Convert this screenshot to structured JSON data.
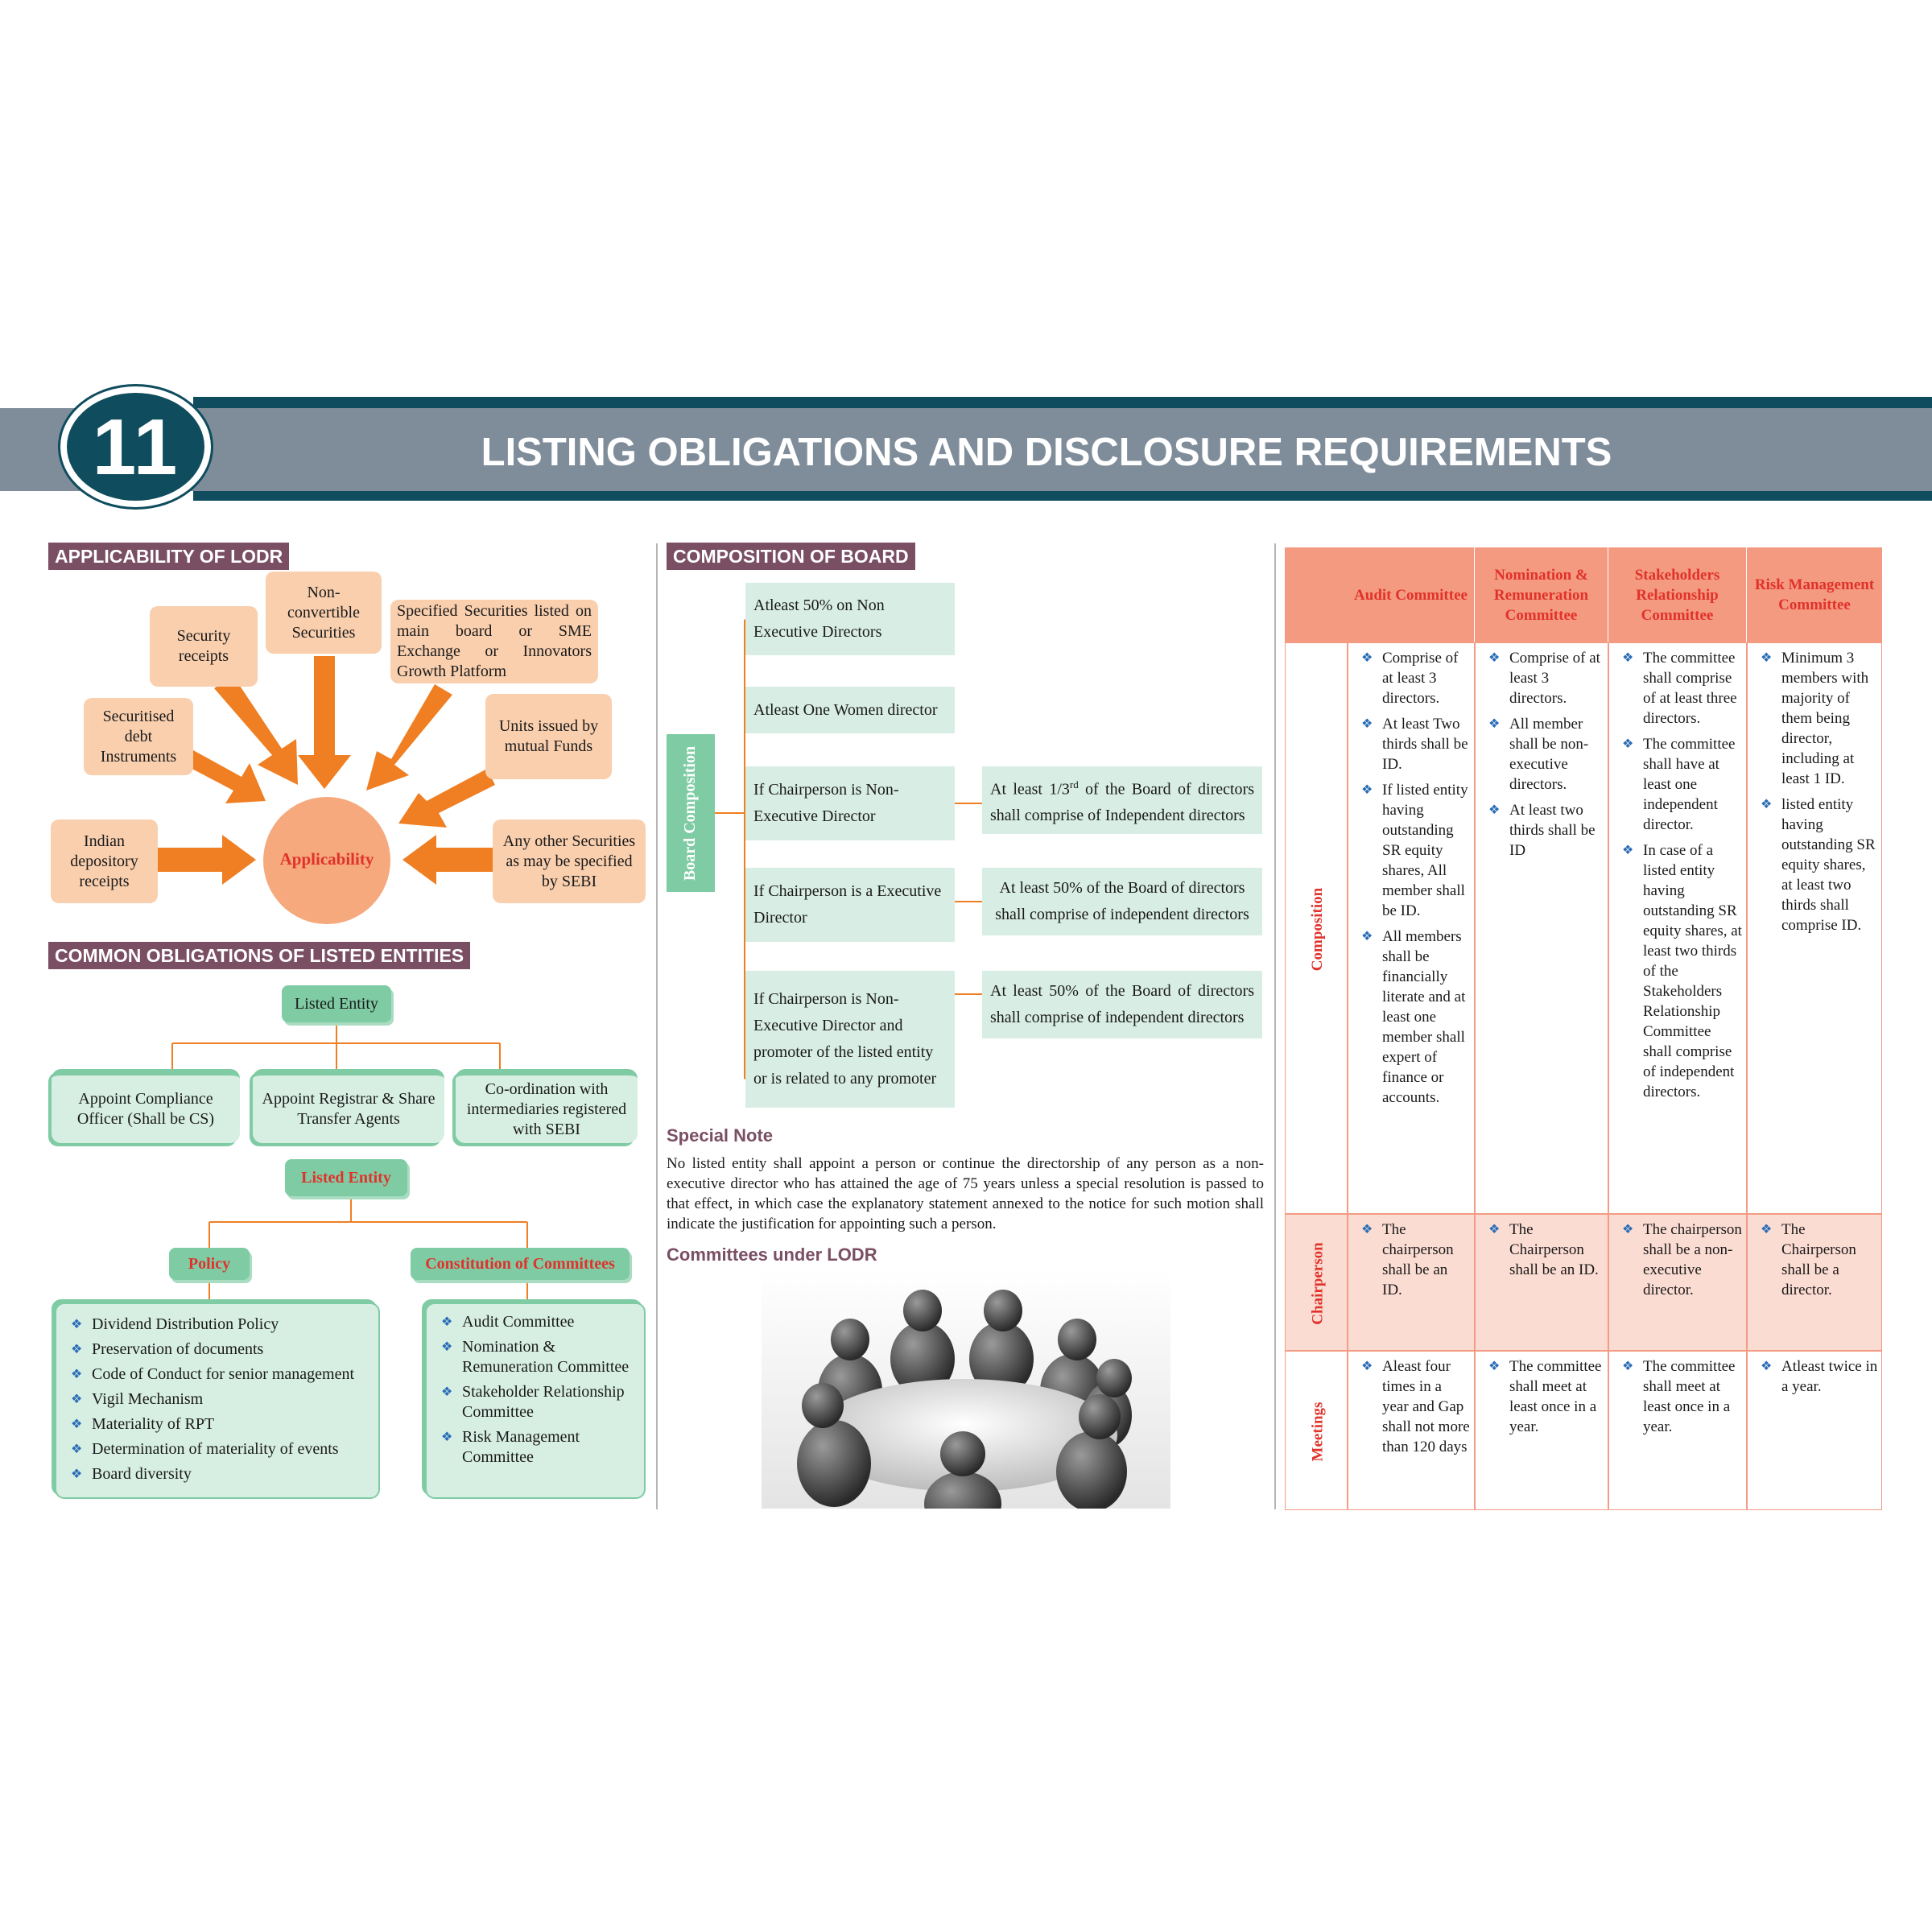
{
  "header": {
    "chapter_number": "11",
    "title": "LISTING OBLIGATIONS AND DISCLOSURE REQUIREMENTS"
  },
  "colors": {
    "header_dark": "#0f4d5e",
    "header_band": "#7f8d9b",
    "section_tag": "#7a4e63",
    "peach": "#f9cfae",
    "orange_arrow": "#ef7f22",
    "green": "#7fcba4",
    "green_light": "#d7efe3",
    "table_header": "#f49a80",
    "table_accent": "#e0322b"
  },
  "applicability": {
    "section_title": "APPLICABILITY OF LODR",
    "center": "Applicability",
    "items": {
      "non_convertible": "Non-convertible Securities",
      "security_receipts": "Security receipts",
      "specified": "Specified Securities listed on main board or SME Exchange or Innovators Growth Platform",
      "securitised_debt": "Securitised debt Instruments",
      "units_mf": "Units issued by mutual Funds",
      "indian_depository": "Indian depository receipts",
      "other_sebi": "Any other Securities as may be specified by SEBI"
    }
  },
  "common_obligations": {
    "section_title": "COMMON OBLIGATIONS OF LISTED ENTITIES",
    "root": "Listed Entity",
    "children": [
      "Appoint Compliance Officer (Shall be CS)",
      "Appoint Registrar & Share Transfer Agents",
      "Co-ordination with intermediaries registered with SEBI"
    ],
    "root2": "Listed Entity",
    "policy_label": "Policy",
    "committees_label": "Constitution of Committees",
    "policy_items": [
      "Dividend Distribution Policy",
      "Preservation of documents",
      "Code of Conduct for senior management",
      "Vigil Mechanism",
      "Materiality of RPT",
      "Determination of materiality of events",
      "Board diversity"
    ],
    "committee_items": [
      "Audit Committee",
      "Nomination & Remuneration Committee",
      "Stakeholder Relationship Committee",
      "Risk Management Committee"
    ]
  },
  "board": {
    "section_title": "COMPOSITION OF BOARD",
    "vertical_label": "Board Composition",
    "rows": [
      {
        "left": "Atleast 50% on Non Executive Directors"
      },
      {
        "left": "Atleast One Women director"
      },
      {
        "left": "If Chairperson is Non-Executive Director",
        "right_pre": "At least 1/3",
        "right_sup": "rd",
        "right_post": " of the Board of directors shall comprise of Independent directors"
      },
      {
        "left": "If Chairperson is a Executive Director",
        "right": "At least 50% of the Board of directors shall comprise of independent directors"
      },
      {
        "left": "If Chairperson is Non-Executive Director and promoter of the listed entity or is related to any promoter",
        "right": "At least 50% of the Board of directors shall comprise of independent directors"
      }
    ]
  },
  "special_note": {
    "title": "Special Note",
    "text": "No listed entity shall appoint a person or continue the directorship of any person as a non-executive director who has attained the age of 75 years unless a special resolution is passed to that effect, in which case the explanatory statement annexed to the notice for such motion shall indicate the justification for appointing such a person."
  },
  "committees_heading": "Committees under LODR",
  "image_caption_icon": "round-table-meeting-illustration",
  "table": {
    "columns": [
      "Audit Committee",
      "Nomination & Remuneration Committee",
      "Stakeholders Relationship Committee",
      "Risk Management Committee"
    ],
    "rows": [
      {
        "label": "Composition",
        "cells": [
          [
            "Comprise of at least 3 directors.",
            "At least Two thirds shall be ID.",
            "If listed entity having outstanding SR equity shares, All member shall be ID.",
            "All members shall be financially literate and at least one member shall expert of finance or accounts."
          ],
          [
            "Comprise of at least 3 directors.",
            "All member shall be non-executive directors.",
            "At least two thirds shall be ID"
          ],
          [
            "The committee shall comprise of at least three directors.",
            "The committee shall have at least one independent director.",
            "In case of a listed entity having outstanding SR equity shares, at least two thirds of the Stakeholders Relationship Committee shall comprise of independent directors."
          ],
          [
            "Minimum 3 members with majority of them being director, including at least 1 ID.",
            "listed entity having outstanding SR equity shares, at least two thirds shall comprise ID."
          ]
        ]
      },
      {
        "label": "Chairperson",
        "cells": [
          [
            "The chairperson shall be an ID."
          ],
          [
            "The Chairperson shall be an ID."
          ],
          [
            "The chairperson shall be a non-executive director."
          ],
          [
            "The Chairperson shall be a director."
          ]
        ]
      },
      {
        "label": "Meetings",
        "cells": [
          [
            "Aleast four times in a year and Gap shall not more than 120 days"
          ],
          [
            "The committee shall meet at least once in a year."
          ],
          [
            "The committee shall meet at least once in a year."
          ],
          [
            "Atleast twice in a year."
          ]
        ]
      }
    ]
  }
}
